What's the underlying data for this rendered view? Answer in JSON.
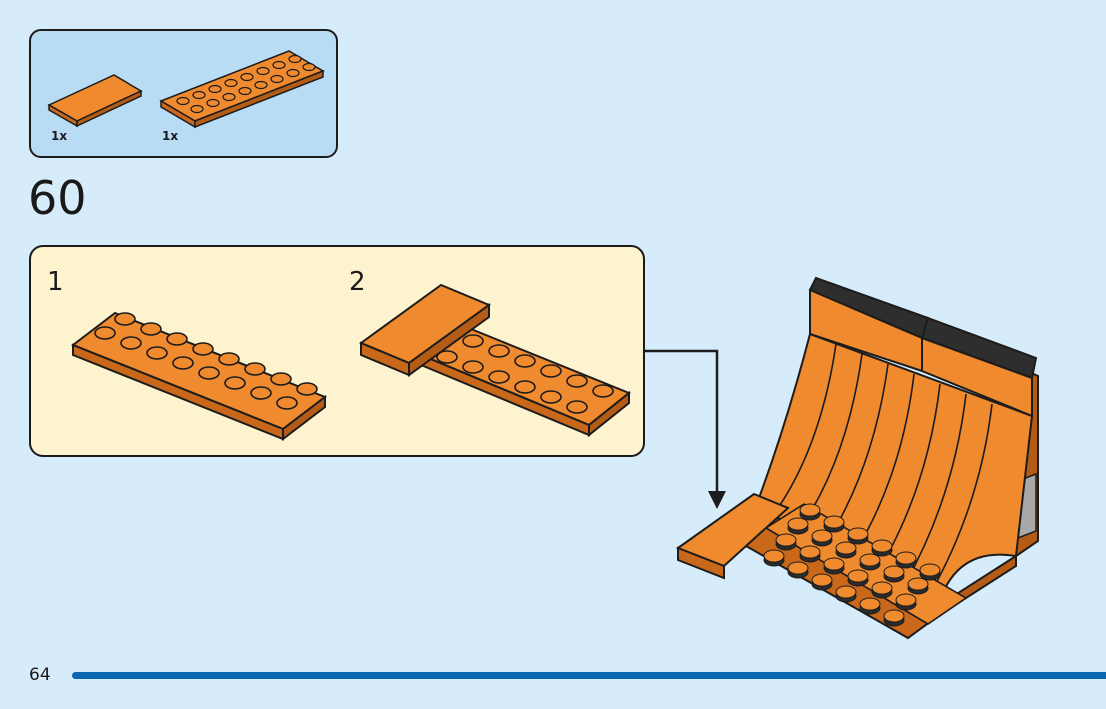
{
  "parts_list": {
    "items": [
      {
        "name": "tile-1x4-orange",
        "quantity": "1x",
        "color": "#ef8a2e"
      },
      {
        "name": "plate-2x8-orange",
        "quantity": "1x",
        "color": "#ef8a2e"
      }
    ]
  },
  "step": {
    "number": "60"
  },
  "substeps": [
    {
      "number": "1"
    },
    {
      "number": "2"
    }
  ],
  "page": {
    "number": "64"
  },
  "colors": {
    "background": "#d6ecfb",
    "parts_box": "#b9dcf5",
    "substep_box": "#fdf3cf",
    "brick_orange": "#ef8a2e",
    "brick_dark": "#2a2a2a",
    "page_bar": "#0a66b0"
  }
}
